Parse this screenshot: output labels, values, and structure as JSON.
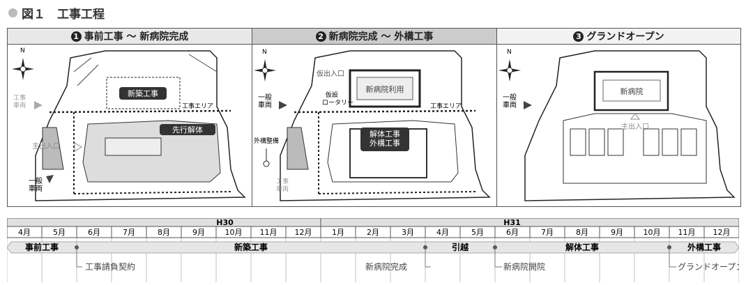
{
  "figure_title": "図１　工事工程",
  "panels": [
    {
      "num": "1",
      "title": "事前工事 〜 新病院完成",
      "labels": {
        "new_construction": "新築工事",
        "advance_demolition": "先行解体",
        "construction_area": "工事エリア",
        "construction_vehicle": "工事\n車両",
        "main_entrance": "主出入口",
        "general_vehicle": "一般\n車両"
      }
    },
    {
      "num": "2",
      "title": "新病院完成 〜 外構工事",
      "labels": {
        "temp_entrance": "仮出入口",
        "temp_rotary": "仮設\nロータリー",
        "new_hospital_use": "新病院利用",
        "construction_area": "工事エリア",
        "general_vehicle": "一般\n車両",
        "exterior_work": "外構整備",
        "demolition_exterior": "解体工事\n外構工事",
        "construction_vehicle": "工事\n車両"
      }
    },
    {
      "num": "3",
      "title": "グランドオープン",
      "labels": {
        "general_vehicle": "一般\n車両",
        "new_hospital": "新病院",
        "main_entrance": "主出入口"
      }
    }
  ],
  "compass_label": "N",
  "timeline": {
    "years": [
      {
        "label": "H30"
      },
      {
        "label": "H31"
      }
    ],
    "months": [
      "4月",
      "5月",
      "6月",
      "7月",
      "8月",
      "9月",
      "10月",
      "11月",
      "12月",
      "1月",
      "2月",
      "3月",
      "4月",
      "5月",
      "6月",
      "7月",
      "8月",
      "9月",
      "10月",
      "11月",
      "12月"
    ],
    "phases": [
      {
        "label": "事前工事",
        "start": 0,
        "end": 2
      },
      {
        "label": "新築工事",
        "start": 2,
        "end": 12
      },
      {
        "label": "引越",
        "start": 12,
        "end": 14
      },
      {
        "label": "解体工事",
        "start": 14,
        "end": 19
      },
      {
        "label": "外構工事",
        "start": 19,
        "end": 21
      }
    ],
    "milestones": [
      {
        "label": "工事請負契約",
        "at": 2
      },
      {
        "label": "新病院完成",
        "at": 12
      },
      {
        "label": "新病院開院",
        "at": 14
      },
      {
        "label": "グランドオープン",
        "at": 19
      }
    ]
  }
}
